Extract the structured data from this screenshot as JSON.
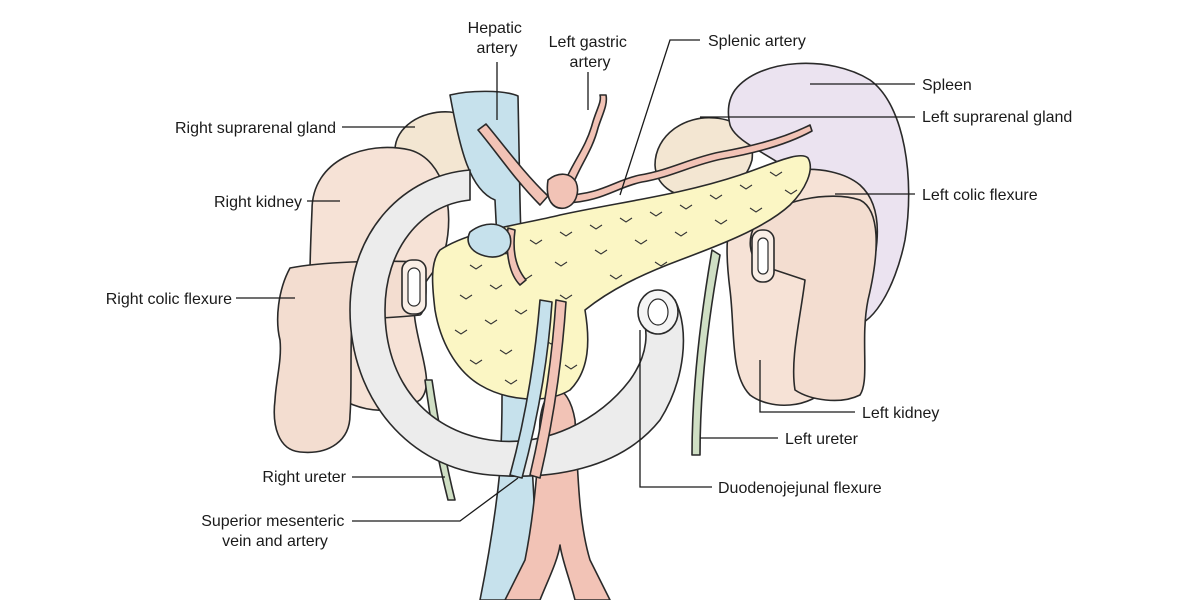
{
  "labels": {
    "hepatic_artery": [
      "Hepatic",
      "artery"
    ],
    "left_gastric_artery": [
      "Left gastric",
      "artery"
    ],
    "splenic_artery": "Splenic artery",
    "spleen": "Spleen",
    "right_suprarenal_gland": "Right suprarenal gland",
    "left_suprarenal_gland": "Left suprarenal gland",
    "right_kidney": "Right kidney",
    "left_colic_flexure": "Left colic flexure",
    "right_colic_flexure": "Right colic flexure",
    "left_kidney": "Left kidney",
    "left_ureter": "Left ureter",
    "right_ureter": "Right ureter",
    "duodenojejunal_flexure": "Duodenojejunal flexure",
    "superior_mesenteric": [
      "Superior mesenteric",
      "vein and artery"
    ]
  },
  "colors": {
    "kidney": "#f6e2d6",
    "colon": "#f3ddd0",
    "pancreas": "#fbf6c4",
    "duodenum": "#ececec",
    "aorta": "#f2c3b6",
    "ivc": "#c6e1ec",
    "spleen": "#ebe3f0",
    "suprarenal": "#f3e6d2",
    "ureter": "#cfdfc4"
  }
}
